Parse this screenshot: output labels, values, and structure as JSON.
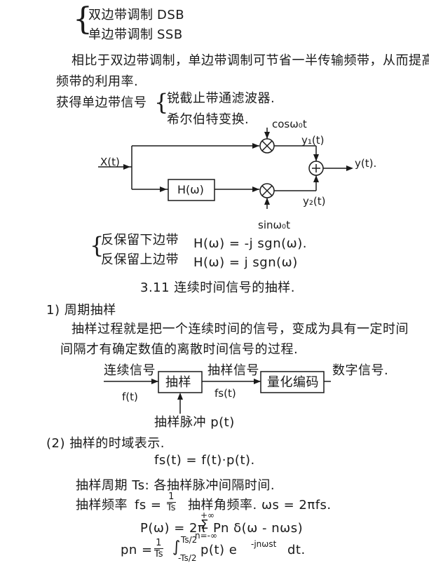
{
  "top": {
    "dsb_cn": "双边带调制",
    "dsb_abbr": "DSB",
    "ssb_cn": "单边带调制",
    "ssb_abbr": "SSB",
    "compare_line1": "相比于双边带调制，单边带调制可节省一半传输频带，从而提高了",
    "compare_line2": "频带的利用率.",
    "get_ssb": "获得单边带信号",
    "method1": "锐截止带通滤波器.",
    "method2": "希尔伯特变换."
  },
  "diagram1": {
    "input": "X(t)",
    "cos_carrier": "cosω₀t",
    "sin_carrier": "sinω₀t",
    "y1": "y₁(t)",
    "y2": "y₂(t)",
    "output": "y(t).",
    "h_box": "H(ω)",
    "multiply": "×",
    "plus": "+"
  },
  "hilbert": {
    "lower_label": "反保留下边带",
    "lower_eq": "H(ω) = -j sgn(ω).",
    "upper_label": "反保留上边带",
    "upper_eq": "H(ω) = j sgn(ω)"
  },
  "section": {
    "title": "3.11 连续时间信号的抽样.",
    "sub1": "1) 周期抽样",
    "desc_line1": "抽样过程就是把一个连续时间的信号，变成为具有一定时间",
    "desc_line2": "间隔才有确定数值的离散时间信号的过程."
  },
  "diagram2": {
    "input_label": "连续信号",
    "input_fn": "f(t)",
    "box1": "抽样",
    "mid_label": "抽样信号",
    "mid_fn": "fs(t)",
    "box2": "量化编码",
    "output_label": "数字信号.",
    "pulse_label": "抽样脉冲 p(t)"
  },
  "time_domain": {
    "title": "(2) 抽样的时域表示.",
    "eq": "fs(t) = f(t)·p(t).",
    "period_def": "抽样周期 Ts: 各抽样脉冲间隔时间.",
    "freq_label": "抽样频率",
    "fs_lhs": "fs =",
    "fs_num": "1",
    "fs_den": "Ts",
    "angular": "抽样角频率. ωs = 2πfs.",
    "P_lhs": "P(ω) = 2π",
    "sum_top": "+∞",
    "sum_bottom": "n=-∞",
    "P_rhs": "Pn δ(ω - nωs)",
    "pn_lhs": "pn =",
    "pn_num": "1",
    "pn_den": "Ts",
    "int_top": "Ts/2",
    "int_bottom": "-Ts/2",
    "pn_rhs": "p(t) e",
    "pn_exp": "-jnωst",
    "pn_dt": "dt."
  }
}
